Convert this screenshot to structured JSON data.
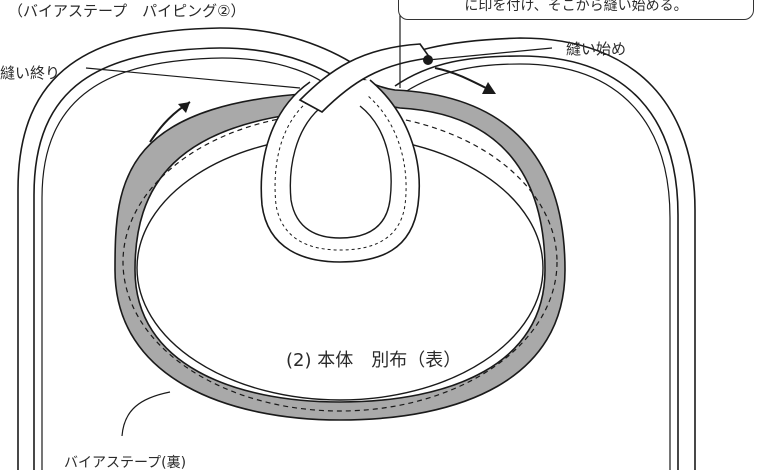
{
  "diagram": {
    "title": "（バイアステープ　パイピング②）",
    "note_text": "に印を付け、そこから縫い始める。",
    "label_start": "縫い始め",
    "label_end": "縫い終り",
    "label_center": "(2) 本体　別布（表）",
    "label_tape": "バイアステープ(裏)"
  },
  "colors": {
    "outline": "#1a1a1a",
    "tape_fill": "#a9a9a9",
    "background": "#ffffff"
  }
}
